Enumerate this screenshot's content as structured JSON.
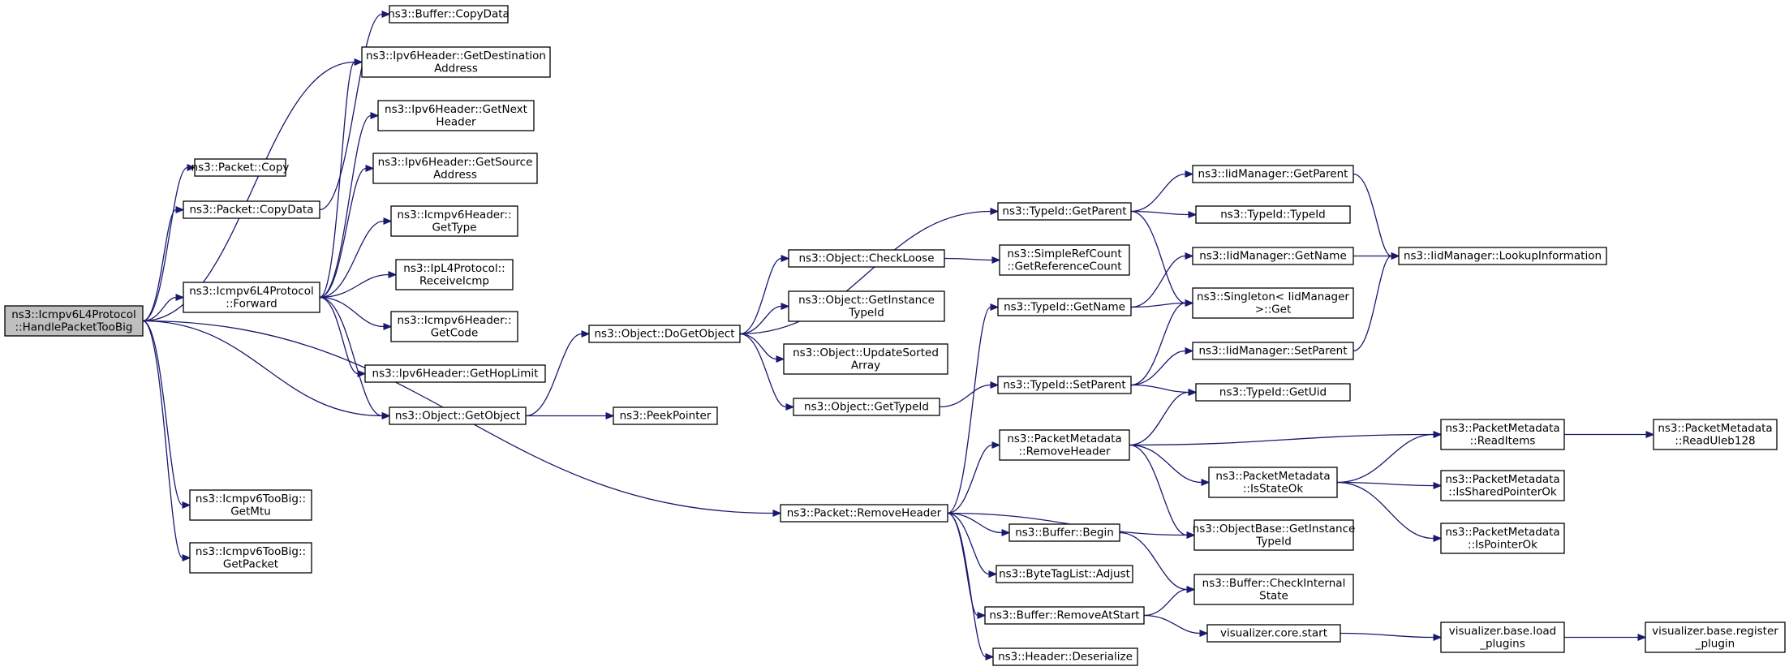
{
  "diagram": {
    "nodes": [
      {
        "id": "root",
        "lines": [
          "ns3::Icmpv6L4Protocol",
          "::HandlePacketTooBig"
        ],
        "root": true
      },
      {
        "id": "packet_copy",
        "lines": [
          "ns3::Packet::Copy"
        ]
      },
      {
        "id": "packet_copydata",
        "lines": [
          "ns3::Packet::CopyData"
        ]
      },
      {
        "id": "icmp_forward",
        "lines": [
          "ns3::Icmpv6L4Protocol",
          "::Forward"
        ]
      },
      {
        "id": "toobig_getmtu",
        "lines": [
          "ns3::Icmpv6TooBig::",
          "GetMtu"
        ]
      },
      {
        "id": "toobig_getpacket",
        "lines": [
          "ns3::Icmpv6TooBig::",
          "GetPacket"
        ]
      },
      {
        "id": "buffer_copydata",
        "lines": [
          "ns3::Buffer::CopyData"
        ]
      },
      {
        "id": "ipv6_getdest",
        "lines": [
          "ns3::Ipv6Header::GetDestination",
          "Address"
        ]
      },
      {
        "id": "ipv6_getnext",
        "lines": [
          "ns3::Ipv6Header::GetNext",
          "Header"
        ]
      },
      {
        "id": "ipv6_getsource",
        "lines": [
          "ns3::Ipv6Header::GetSource",
          "Address"
        ]
      },
      {
        "id": "icmpv6_gettype",
        "lines": [
          "ns3::Icmpv6Header::",
          "GetType"
        ]
      },
      {
        "id": "ipl4_receiveicmp",
        "lines": [
          "ns3::IpL4Protocol::",
          "ReceiveIcmp"
        ]
      },
      {
        "id": "icmpv6_getcode",
        "lines": [
          "ns3::Icmpv6Header::",
          "GetCode"
        ]
      },
      {
        "id": "ipv6_gethoplimit",
        "lines": [
          "ns3::Ipv6Header::GetHopLimit"
        ]
      },
      {
        "id": "object_getobject",
        "lines": [
          "ns3::Object::GetObject"
        ]
      },
      {
        "id": "peekpointer",
        "lines": [
          "ns3::PeekPointer"
        ]
      },
      {
        "id": "object_dogetobject",
        "lines": [
          "ns3::Object::DoGetObject"
        ]
      },
      {
        "id": "object_checkloose",
        "lines": [
          "ns3::Object::CheckLoose"
        ]
      },
      {
        "id": "object_getinstancetypeid",
        "lines": [
          "ns3::Object::GetInstance",
          "TypeId"
        ]
      },
      {
        "id": "object_updatesorted",
        "lines": [
          "ns3::Object::UpdateSorted",
          "Array"
        ]
      },
      {
        "id": "object_gettypeid",
        "lines": [
          "ns3::Object::GetTypeId"
        ]
      },
      {
        "id": "typeid_getparent",
        "lines": [
          "ns3::TypeId::GetParent"
        ]
      },
      {
        "id": "simplerefcount",
        "lines": [
          "ns3::SimpleRefCount",
          "::GetReferenceCount"
        ]
      },
      {
        "id": "typeid_getname",
        "lines": [
          "ns3::TypeId::GetName"
        ]
      },
      {
        "id": "typeid_setparent",
        "lines": [
          "ns3::TypeId::SetParent"
        ]
      },
      {
        "id": "iidm_getparent",
        "lines": [
          "ns3::IidManager::GetParent"
        ]
      },
      {
        "id": "typeid_typeid",
        "lines": [
          "ns3::TypeId::TypeId"
        ]
      },
      {
        "id": "iidm_getname",
        "lines": [
          "ns3::IidManager::GetName"
        ]
      },
      {
        "id": "singleton_get",
        "lines": [
          "ns3::Singleton< IidManager",
          ">::Get"
        ]
      },
      {
        "id": "iidm_setparent",
        "lines": [
          "ns3::IidManager::SetParent"
        ]
      },
      {
        "id": "typeid_getuid",
        "lines": [
          "ns3::TypeId::GetUid"
        ]
      },
      {
        "id": "iidm_lookup",
        "lines": [
          "ns3::IidManager::LookupInformation"
        ]
      },
      {
        "id": "packet_removeheader",
        "lines": [
          "ns3::Packet::RemoveHeader"
        ]
      },
      {
        "id": "pm_removeheader",
        "lines": [
          "ns3::PacketMetadata",
          "::RemoveHeader"
        ]
      },
      {
        "id": "buffer_begin",
        "lines": [
          "ns3::Buffer::Begin"
        ]
      },
      {
        "id": "bytetaglist_adjust",
        "lines": [
          "ns3::ByteTagList::Adjust"
        ]
      },
      {
        "id": "buffer_removeatstart",
        "lines": [
          "ns3::Buffer::RemoveAtStart"
        ]
      },
      {
        "id": "header_deserialize",
        "lines": [
          "ns3::Header::Deserialize"
        ]
      },
      {
        "id": "pm_isstateok",
        "lines": [
          "ns3::PacketMetadata",
          "::IsStateOk"
        ]
      },
      {
        "id": "objectbase_getinstancetypeid",
        "lines": [
          "ns3::ObjectBase::GetInstance",
          "TypeId"
        ]
      },
      {
        "id": "buffer_checkinternalstate",
        "lines": [
          "ns3::Buffer::CheckInternal",
          "State"
        ]
      },
      {
        "id": "visualizer_core_start",
        "lines": [
          "visualizer.core.start"
        ]
      },
      {
        "id": "pm_readitems",
        "lines": [
          "ns3::PacketMetadata",
          "::ReadItems"
        ]
      },
      {
        "id": "pm_issharedpointerok",
        "lines": [
          "ns3::PacketMetadata",
          "::IsSharedPointerOk"
        ]
      },
      {
        "id": "pm_ispointerok",
        "lines": [
          "ns3::PacketMetadata",
          "::IsPointerOk"
        ]
      },
      {
        "id": "visualizer_base_load",
        "lines": [
          "visualizer.base.load",
          "_plugins"
        ]
      },
      {
        "id": "pm_readuleb128",
        "lines": [
          "ns3::PacketMetadata",
          "::ReadUleb128"
        ]
      },
      {
        "id": "visualizer_base_register",
        "lines": [
          "visualizer.base.register",
          "_plugin"
        ]
      }
    ],
    "edges": [
      [
        "root",
        "packet_copy"
      ],
      [
        "root",
        "packet_copydata"
      ],
      [
        "root",
        "icmp_forward"
      ],
      [
        "root",
        "ipv6_getdest"
      ],
      [
        "root",
        "object_getobject"
      ],
      [
        "root",
        "packet_removeheader"
      ],
      [
        "root",
        "toobig_getmtu"
      ],
      [
        "root",
        "toobig_getpacket"
      ],
      [
        "packet_copydata",
        "buffer_copydata"
      ],
      [
        "icmp_forward",
        "ipv6_getdest"
      ],
      [
        "icmp_forward",
        "ipv6_getnext"
      ],
      [
        "icmp_forward",
        "ipv6_getsource"
      ],
      [
        "icmp_forward",
        "icmpv6_gettype"
      ],
      [
        "icmp_forward",
        "ipl4_receiveicmp"
      ],
      [
        "icmp_forward",
        "icmpv6_getcode"
      ],
      [
        "icmp_forward",
        "ipv6_gethoplimit"
      ],
      [
        "icmp_forward",
        "object_getobject"
      ],
      [
        "object_getobject",
        "object_dogetobject"
      ],
      [
        "object_getobject",
        "peekpointer"
      ],
      [
        "object_dogetobject",
        "typeid_getparent"
      ],
      [
        "object_dogetobject",
        "object_checkloose"
      ],
      [
        "object_dogetobject",
        "object_getinstancetypeid"
      ],
      [
        "object_dogetobject",
        "object_updatesorted"
      ],
      [
        "object_dogetobject",
        "object_gettypeid"
      ],
      [
        "object_checkloose",
        "simplerefcount"
      ],
      [
        "object_gettypeid",
        "typeid_setparent"
      ],
      [
        "typeid_getparent",
        "iidm_getparent"
      ],
      [
        "typeid_getparent",
        "typeid_typeid"
      ],
      [
        "typeid_getparent",
        "singleton_get"
      ],
      [
        "iidm_getparent",
        "iidm_lookup"
      ],
      [
        "typeid_getname",
        "iidm_getname"
      ],
      [
        "typeid_getname",
        "singleton_get"
      ],
      [
        "iidm_getname",
        "iidm_lookup"
      ],
      [
        "typeid_setparent",
        "singleton_get"
      ],
      [
        "typeid_setparent",
        "iidm_setparent"
      ],
      [
        "typeid_setparent",
        "typeid_getuid"
      ],
      [
        "iidm_setparent",
        "iidm_lookup"
      ],
      [
        "packet_removeheader",
        "typeid_getname"
      ],
      [
        "packet_removeheader",
        "pm_removeheader"
      ],
      [
        "packet_removeheader",
        "objectbase_getinstancetypeid"
      ],
      [
        "packet_removeheader",
        "buffer_begin"
      ],
      [
        "packet_removeheader",
        "bytetaglist_adjust"
      ],
      [
        "packet_removeheader",
        "buffer_removeatstart"
      ],
      [
        "packet_removeheader",
        "header_deserialize"
      ],
      [
        "pm_removeheader",
        "typeid_getuid"
      ],
      [
        "pm_removeheader",
        "pm_readitems"
      ],
      [
        "pm_removeheader",
        "pm_isstateok"
      ],
      [
        "pm_removeheader",
        "objectbase_getinstancetypeid"
      ],
      [
        "pm_isstateok",
        "pm_readitems"
      ],
      [
        "pm_isstateok",
        "pm_issharedpointerok"
      ],
      [
        "pm_isstateok",
        "pm_ispointerok"
      ],
      [
        "pm_readitems",
        "pm_readuleb128"
      ],
      [
        "buffer_begin",
        "buffer_checkinternalstate"
      ],
      [
        "buffer_removeatstart",
        "buffer_checkinternalstate"
      ],
      [
        "buffer_removeatstart",
        "visualizer_core_start"
      ],
      [
        "visualizer_core_start",
        "visualizer_base_load"
      ],
      [
        "visualizer_base_load",
        "visualizer_base_register"
      ]
    ]
  }
}
